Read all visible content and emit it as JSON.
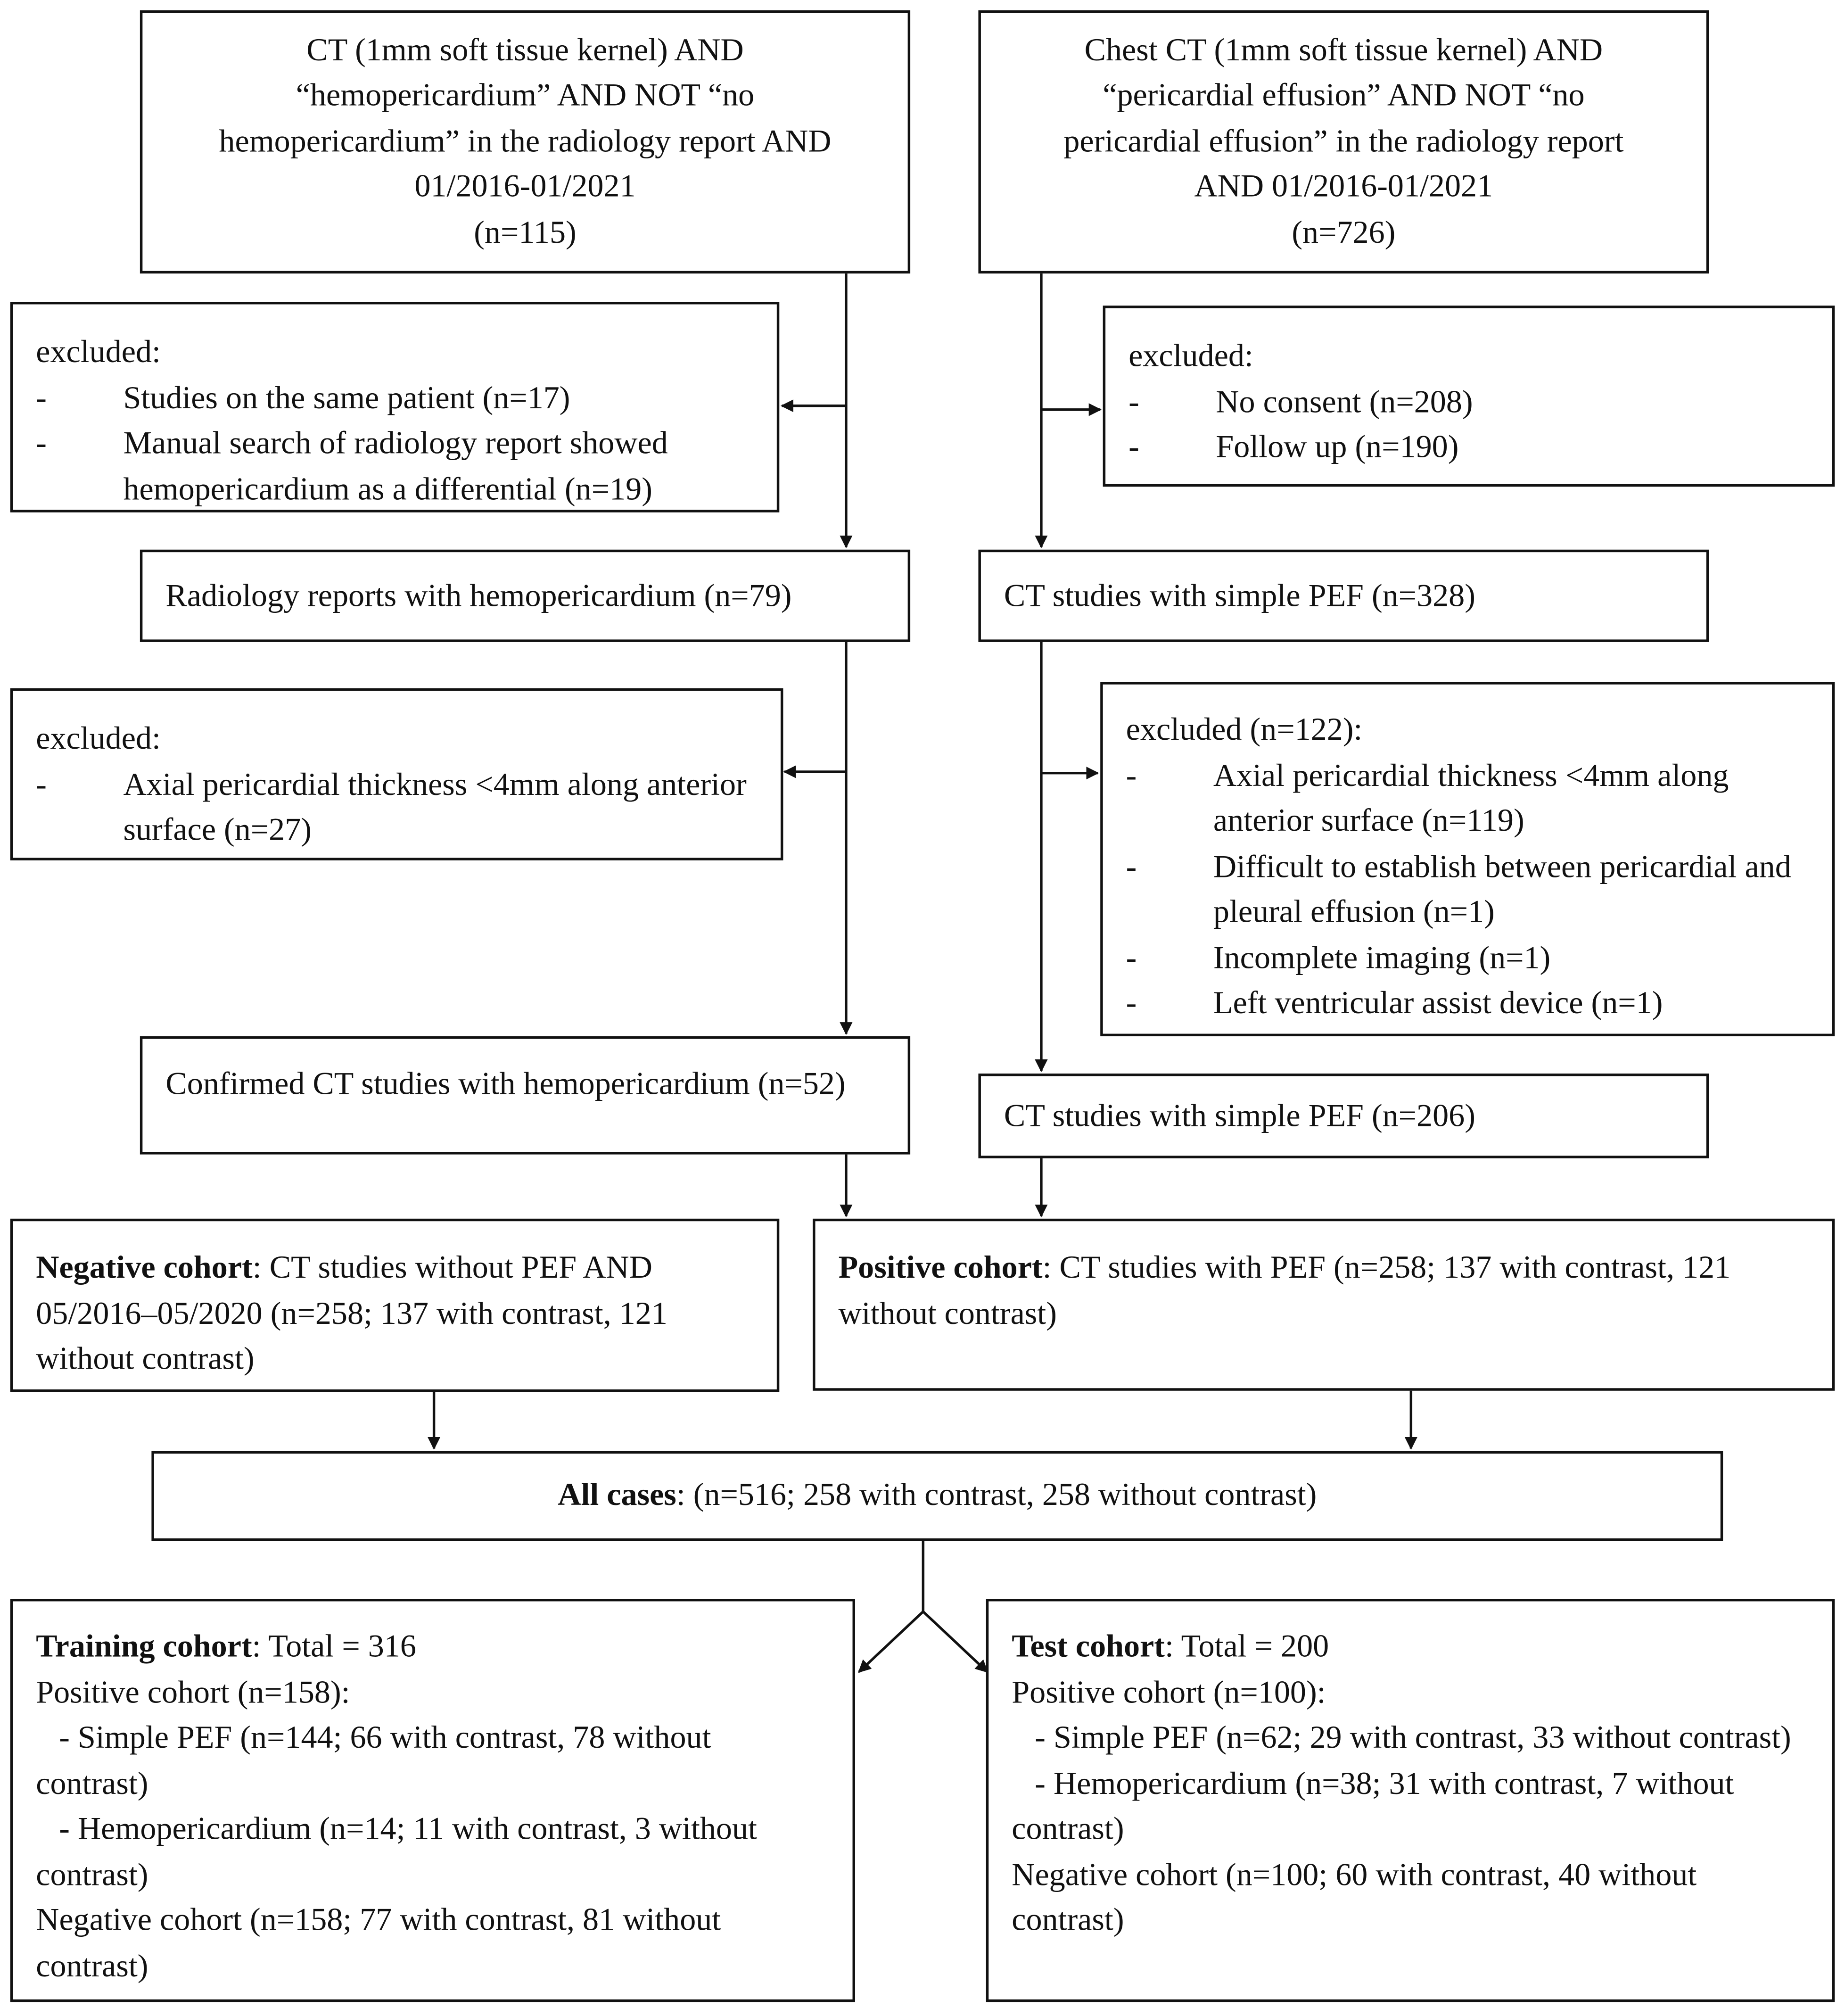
{
  "boxes": {
    "search_hemo": [
      "CT (1mm soft tissue kernel) AND",
      "“hemopericardium” AND NOT “no",
      "hemopericardium” in the radiology report AND",
      "01/2016-01/2021",
      "(n=115)"
    ],
    "search_pef": [
      "Chest CT (1mm soft tissue kernel) AND",
      "“pericardial effusion” AND NOT “no",
      "pericardial effusion” in the radiology report",
      "AND 01/2016-01/2021",
      "(n=726)"
    ],
    "excl_hemo_1": {
      "title": "excluded:",
      "items": [
        "Studies on the same patient (n=17)",
        "Manual search of radiology report showed hemopericardium as a differential (n=19)"
      ]
    },
    "excl_pef_1": {
      "title": "excluded:",
      "items": [
        "No consent (n=208)",
        "Follow up (n=190)"
      ]
    },
    "radiology_hemo": "Radiology reports with hemopericardium (n=79)",
    "ct_pef_328": "CT studies with simple PEF (n=328)",
    "excl_hemo_2": {
      "title": "excluded:",
      "items": [
        "Axial pericardial thickness <4mm along anterior surface (n=27)"
      ]
    },
    "excl_pef_2": {
      "title": "excluded (n=122):",
      "items": [
        "Axial pericardial thickness <4mm along anterior surface (n=119)",
        "Difficult to establish between pericardial and pleural effusion (n=1)",
        "Incomplete imaging (n=1)",
        "Left ventricular assist device (n=1)"
      ]
    },
    "confirmed_hemo": "Confirmed CT studies with hemopericardium (n=52)",
    "ct_pef_206": "CT studies with simple PEF (n=206)",
    "negative": {
      "bold": "Negative cohort",
      "text": ": CT studies without PEF AND 05/2016–05/2020 (n=258; 137 with contrast, 121 without contrast)"
    },
    "positive": {
      "bold": "Positive cohort",
      "text": ": CT studies with PEF (n=258; 137 with contrast, 121 without contrast)"
    },
    "all_cases": {
      "bold": "All cases",
      "text": ": (n=516; 258 with contrast, 258 without contrast)"
    },
    "training": {
      "bold": "Training cohort",
      "text": ": Total = 316",
      "lines": [
        "Positive cohort (n=158):",
        "- Simple PEF (n=144; 66 with contrast, 78 without contrast)",
        "- Hemopericardium (n=14; 11 with contrast, 3 without contrast)",
        "Negative cohort (n=158; 77 with contrast, 81 without contrast)"
      ]
    },
    "test": {
      "bold": "Test cohort",
      "text": ": Total = 200",
      "lines": [
        "Positive cohort (n=100):",
        "- Simple PEF (n=62; 29 with contrast, 33 without contrast)",
        "- Hemopericardium (n=38; 31 with contrast, 7 without contrast)",
        "Negative cohort (n=100; 60 with contrast, 40 without contrast)"
      ]
    }
  },
  "dash": "-"
}
